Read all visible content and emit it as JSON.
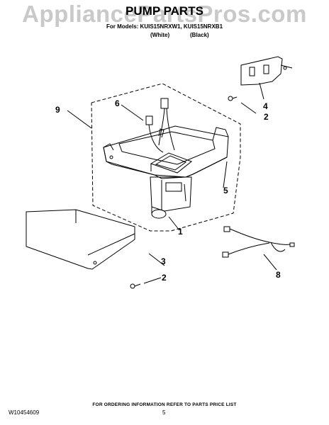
{
  "watermark": "AppliancePartsPros.com",
  "header": {
    "title": "PUMP PARTS",
    "models": "For Models: KUIS15NRXW1, KUIS15NRXB1",
    "color_white": "(White)",
    "color_black": "(Black)"
  },
  "callouts": {
    "c1": "1",
    "c2a": "2",
    "c2b": "2",
    "c3": "3",
    "c4": "4",
    "c5": "5",
    "c6": "6",
    "c8": "8",
    "c9": "9"
  },
  "footer": {
    "ordering_info": "FOR ORDERING INFORMATION REFER TO PARTS PRICE LIST",
    "doc_number": "W10454609",
    "page_number": "5"
  }
}
